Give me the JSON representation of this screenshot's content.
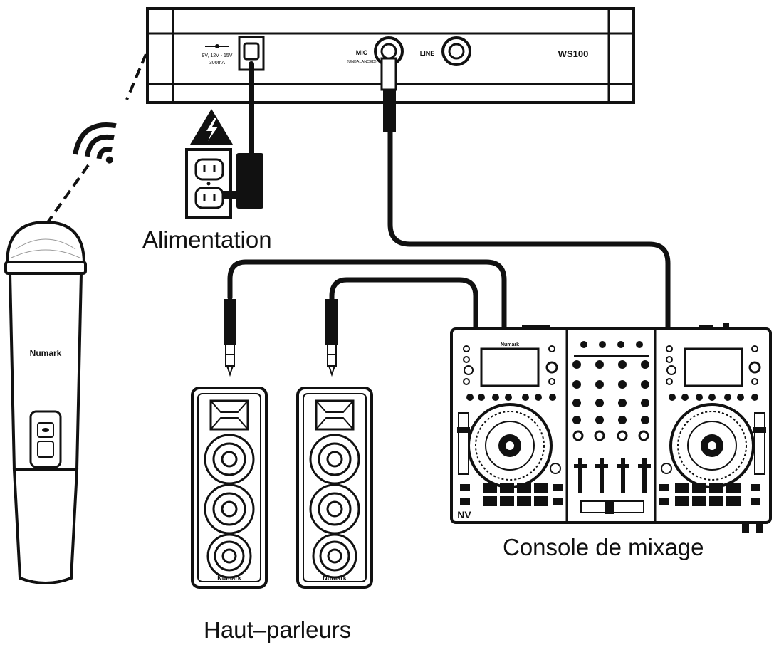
{
  "receiver": {
    "model": "WS100",
    "power_spec_line1": "9V, 12V - 15V",
    "power_spec_line2": "300mA",
    "mic_label": "MIC",
    "mic_sublabel": "(UNBALANCED)",
    "line_label": "LINE"
  },
  "microphone": {
    "brand": "Numark"
  },
  "speakers": [
    {
      "brand": "Numark"
    },
    {
      "brand": "Numark"
    }
  ],
  "controller": {
    "brand": "Numark",
    "model_mark": "NV"
  },
  "labels": {
    "power": "Alimentation",
    "speakers": "Haut–parleurs",
    "mixer": "Console de mixage"
  },
  "colors": {
    "line": "#111111",
    "background": "#ffffff"
  }
}
